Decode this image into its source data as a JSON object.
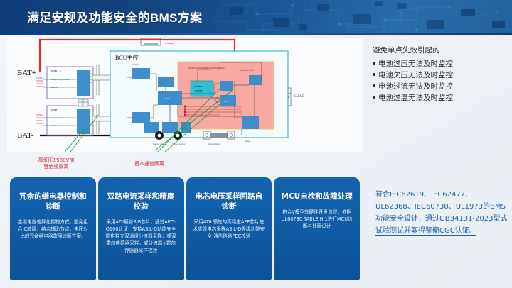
{
  "header": {
    "title": "满足安规及功能安全的BMS方案"
  },
  "diagram": {
    "labels": {
      "bat_plus": "BAT+",
      "bat_minus": "BAT-",
      "bcu": "BCU主控",
      "bmu_n": "BMU n",
      "bmu_1": "BMU 1",
      "isolation_region": "Isolation monitor & relays diagnose",
      "isolation_block": "Isolation\nmonitor",
      "load": "LOAD",
      "voltage_temperature": "Voltage temperature",
      "balance_n": "balance",
      "voltage_temp_1": "Voltage temp",
      "balance_1": "balance",
      "gnd": "GND",
      "mcu": "MCU",
      "can": "CAN",
      "iso_can": "isolated CAN",
      "current_sensor_1": "Current sensor",
      "current_sensor_2": "Current sensor",
      "shunt": "Current shunt",
      "relay": "Relay",
      "precharge": "Pre-charge"
    },
    "annotations": {
      "hv_isolation": "高低压1500V加\n强绝缘隔离",
      "comm_isolation": "基本通信隔离"
    }
  },
  "right_panel": {
    "lead": "避免单点失效引起的",
    "bullets": [
      "电池过压无法及时监控",
      "电池欠压无法及时监控",
      "电池过流无法及时监控",
      "电池过温无法及时监控"
    ]
  },
  "right_note": {
    "text": "符合IEC62619、IEC62477、UL62368、IEC60730、UL1973的BMS功能安全设计，通过GB34131-2023型式试验测试并取得鉴衡CGC认证。"
  },
  "cards": [
    {
      "title": "冗余的继电器控制和诊断",
      "body": "主继电器差异化控制方式，避免组合IC故障，结合辅助节点，电压对比的冗余继电器故障诊断方案。"
    },
    {
      "title": "双路电流采样和精度校验",
      "body": "采用ADI最新BJB芯片，通过AEC-Q100认证，支持ASIL-D功能安全 提供独立双通道分流器采样，或双霍尔传感器采样，或分流器+霍尔传感器采样校验"
    },
    {
      "title": "电芯电压采样回路自诊断",
      "body": "采用ADI 领先的高精度AFE芯片技术实现电芯采样ASIL-D等级功能安全 通信链路PEC校验"
    },
    {
      "title": "MCU自检和故障处理",
      "body": "符合V模型软硬件开发流程，依据UL60730 TABLE H.1进行MCU诊断与处理设计"
    }
  ],
  "colors": {
    "header_blue": "#12447f",
    "card_blue": "#0f5ba4",
    "accent_red": "#d4202a",
    "link_blue": "#1f5fa8",
    "isolation_pink": "#f7a8a0",
    "bcu_cyan": "#29b6c8"
  }
}
